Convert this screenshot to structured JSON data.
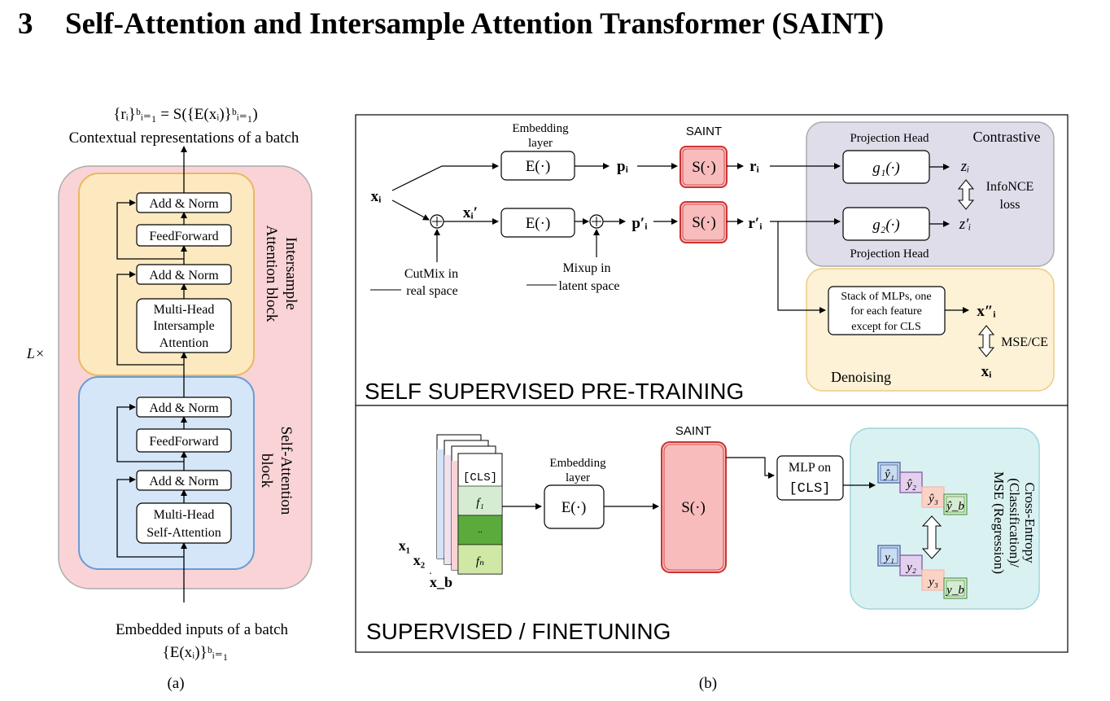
{
  "heading": {
    "number": "3",
    "title": "Self-Attention and Intersample Attention Transformer (SAINT)"
  },
  "panel_a": {
    "output_formula": "{rᵢ}ᵇᵢ₌₁ = S({E(xᵢ)}ᵇᵢ₌₁)",
    "output_caption": "Contextual representations of a batch",
    "repeat_label": "L×",
    "intersample_block_label_line1": "Intersample",
    "intersample_block_label_line2": "Attention block",
    "selfattention_block_label_line1": "Self-Attention",
    "selfattention_block_label_line2": "block",
    "add_norm": "Add & Norm",
    "feedforward": "FeedForward",
    "intersample_attn_line1": "Multi-Head",
    "intersample_attn_line2": "Intersample",
    "intersample_attn_line3": "Attention",
    "self_attn_line1": "Multi-Head",
    "self_attn_line2": "Self-Attention",
    "input_caption": "Embedded inputs of a batch",
    "input_formula": "{E(xᵢ)}ᵇᵢ₌₁",
    "sublabel": "(a)"
  },
  "panel_b": {
    "sublabel": "(b)",
    "pretrain": {
      "section_title": "SELF SUPERVISED PRE-TRAINING",
      "input_x": "xᵢ",
      "embedding_label_line1": "Embedding",
      "embedding_label_line2": "layer",
      "embed_fn": "E(·)",
      "p": "pᵢ",
      "saint_label": "SAINT",
      "saint_fn": "S(·)",
      "r": "rᵢ",
      "x_aug": "xᵢ′",
      "p_aug": "p′ᵢ",
      "r_aug": "r′ᵢ",
      "cutmix_line1": "CutMix in",
      "cutmix_line2": "real space",
      "mixup_line1": "Mixup in",
      "mixup_line2": "latent space",
      "contrastive_label": "Contrastive",
      "projection_head": "Projection Head",
      "g1": "g₁(·)",
      "g2": "g₂(·)",
      "z": "zᵢ",
      "z_aug": "z′ᵢ",
      "infonce_line1": "InfoNCE",
      "infonce_line2": "loss",
      "mlp_stack_line1": "Stack of MLPs, one",
      "mlp_stack_line2": "for each feature",
      "mlp_stack_line3": "except for CLS",
      "x_recon": "x″ᵢ",
      "mse_ce": "MSE/CE",
      "x_target": "xᵢ",
      "denoising_label": "Denoising"
    },
    "finetune": {
      "section_title": "SUPERVISED / FINETUNING",
      "cls_token": "[CLS]",
      "f1": "f₁",
      "dots": "..",
      "fn": "fₙ",
      "x1": "x₁",
      "x2": "x₂",
      "xb": "x_b",
      "embedding_label_line1": "Embedding",
      "embedding_label_line2": "layer",
      "embed_fn": "E(·)",
      "saint_label": "SAINT",
      "saint_fn": "S(·)",
      "mlp_on": "MLP on",
      "mlp_cls": "[CLS]",
      "yhat1": "ŷ₁",
      "yhat2": "ŷ₂",
      "yhat3": "ŷ₃",
      "yhatb": "ŷ_b",
      "y1": "y₁",
      "y2": "y₂",
      "y3": "y₃",
      "yb": "y_b",
      "loss_line1": "Cross-Entropy",
      "loss_line2": "(Classification)/",
      "loss_line3": "MSE (Regression)"
    }
  },
  "colors": {
    "outer_block": "#f9d3d6",
    "intersample_block": "#fde9c0",
    "selfattention_block": "#d4e6f8",
    "saint_box": "#f8bcbc",
    "contrastive_panel": "#dedde9",
    "denoising_panel": "#fdf1d6",
    "output_panel": "#daf1f2",
    "token_green": "#d6ecd2",
    "token_green_dark": "#5aab3c",
    "token_green_light": "#cfe8a6"
  }
}
